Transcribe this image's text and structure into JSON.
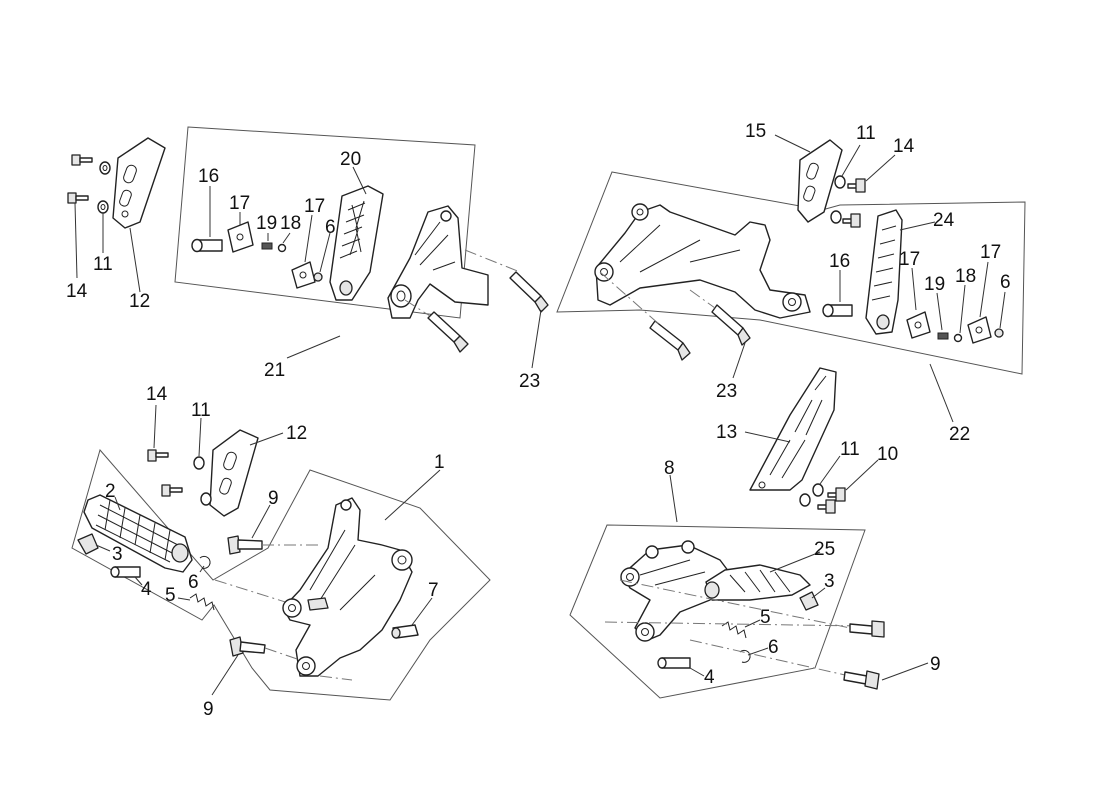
{
  "callouts": {
    "c1": "1",
    "c2": "2",
    "c3a": "3",
    "c3b": "3",
    "c4a": "4",
    "c4b": "4",
    "c5a": "5",
    "c5b": "5",
    "c6a": "6",
    "c6b": "6",
    "c6c": "6",
    "c6d": "6",
    "c7": "7",
    "c8": "8",
    "c9a": "9",
    "c9b": "9",
    "c9c": "9",
    "c10": "10",
    "c11a": "11",
    "c11b": "11",
    "c11c": "11",
    "c11d": "11",
    "c12a": "12",
    "c12b": "12",
    "c13": "13",
    "c14a": "14",
    "c14b": "14",
    "c14c": "14",
    "c15": "15",
    "c16a": "16",
    "c16b": "16",
    "c17a": "17",
    "c17b": "17",
    "c17c": "17",
    "c17d": "17",
    "c18a": "18",
    "c18b": "18",
    "c19a": "19",
    "c19b": "19",
    "c20": "20",
    "c21": "21",
    "c22": "22",
    "c23a": "23",
    "c23b": "23",
    "c24": "24",
    "c25": "25"
  }
}
